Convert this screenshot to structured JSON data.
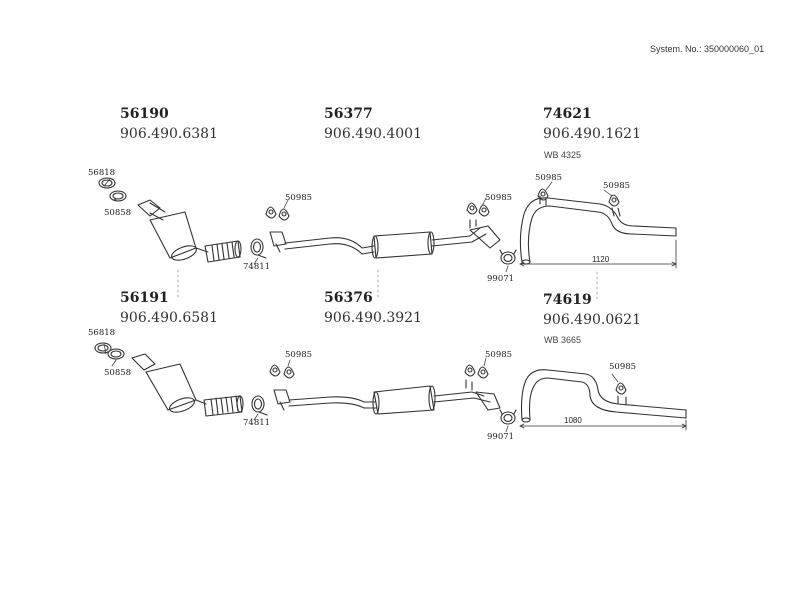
{
  "system_no": "System. No.: 350000060_01",
  "top_row": {
    "cat": {
      "code": "56190",
      "oem": "906.490.6381"
    },
    "mid": {
      "code": "56377",
      "oem": "906.490.4001"
    },
    "rear": {
      "code": "74621",
      "oem": "906.490.1621",
      "wb": "WB 4325"
    },
    "parts": {
      "gasket_a": "56818",
      "gasket_b": "50858",
      "clamp": "74811",
      "hanger_left": "50985",
      "hanger_mid_right": "50985",
      "hanger_rear_a": "50985",
      "hanger_rear_b": "50985",
      "clamp_rear": "99071"
    },
    "dimension": "1120"
  },
  "bottom_row": {
    "cat": {
      "code": "56191",
      "oem": "906.490.6581"
    },
    "mid": {
      "code": "56376",
      "oem": "906.490.3921"
    },
    "rear": {
      "code": "74619",
      "oem": "906.490.0621",
      "wb": "WB 3665"
    },
    "parts": {
      "gasket_a": "56818",
      "gasket_b": "50858",
      "clamp": "74811",
      "hanger_left": "50985",
      "hanger_mid_right": "50985",
      "hanger_rear": "50985",
      "clamp_rear": "99071"
    },
    "dimension": "1080"
  }
}
